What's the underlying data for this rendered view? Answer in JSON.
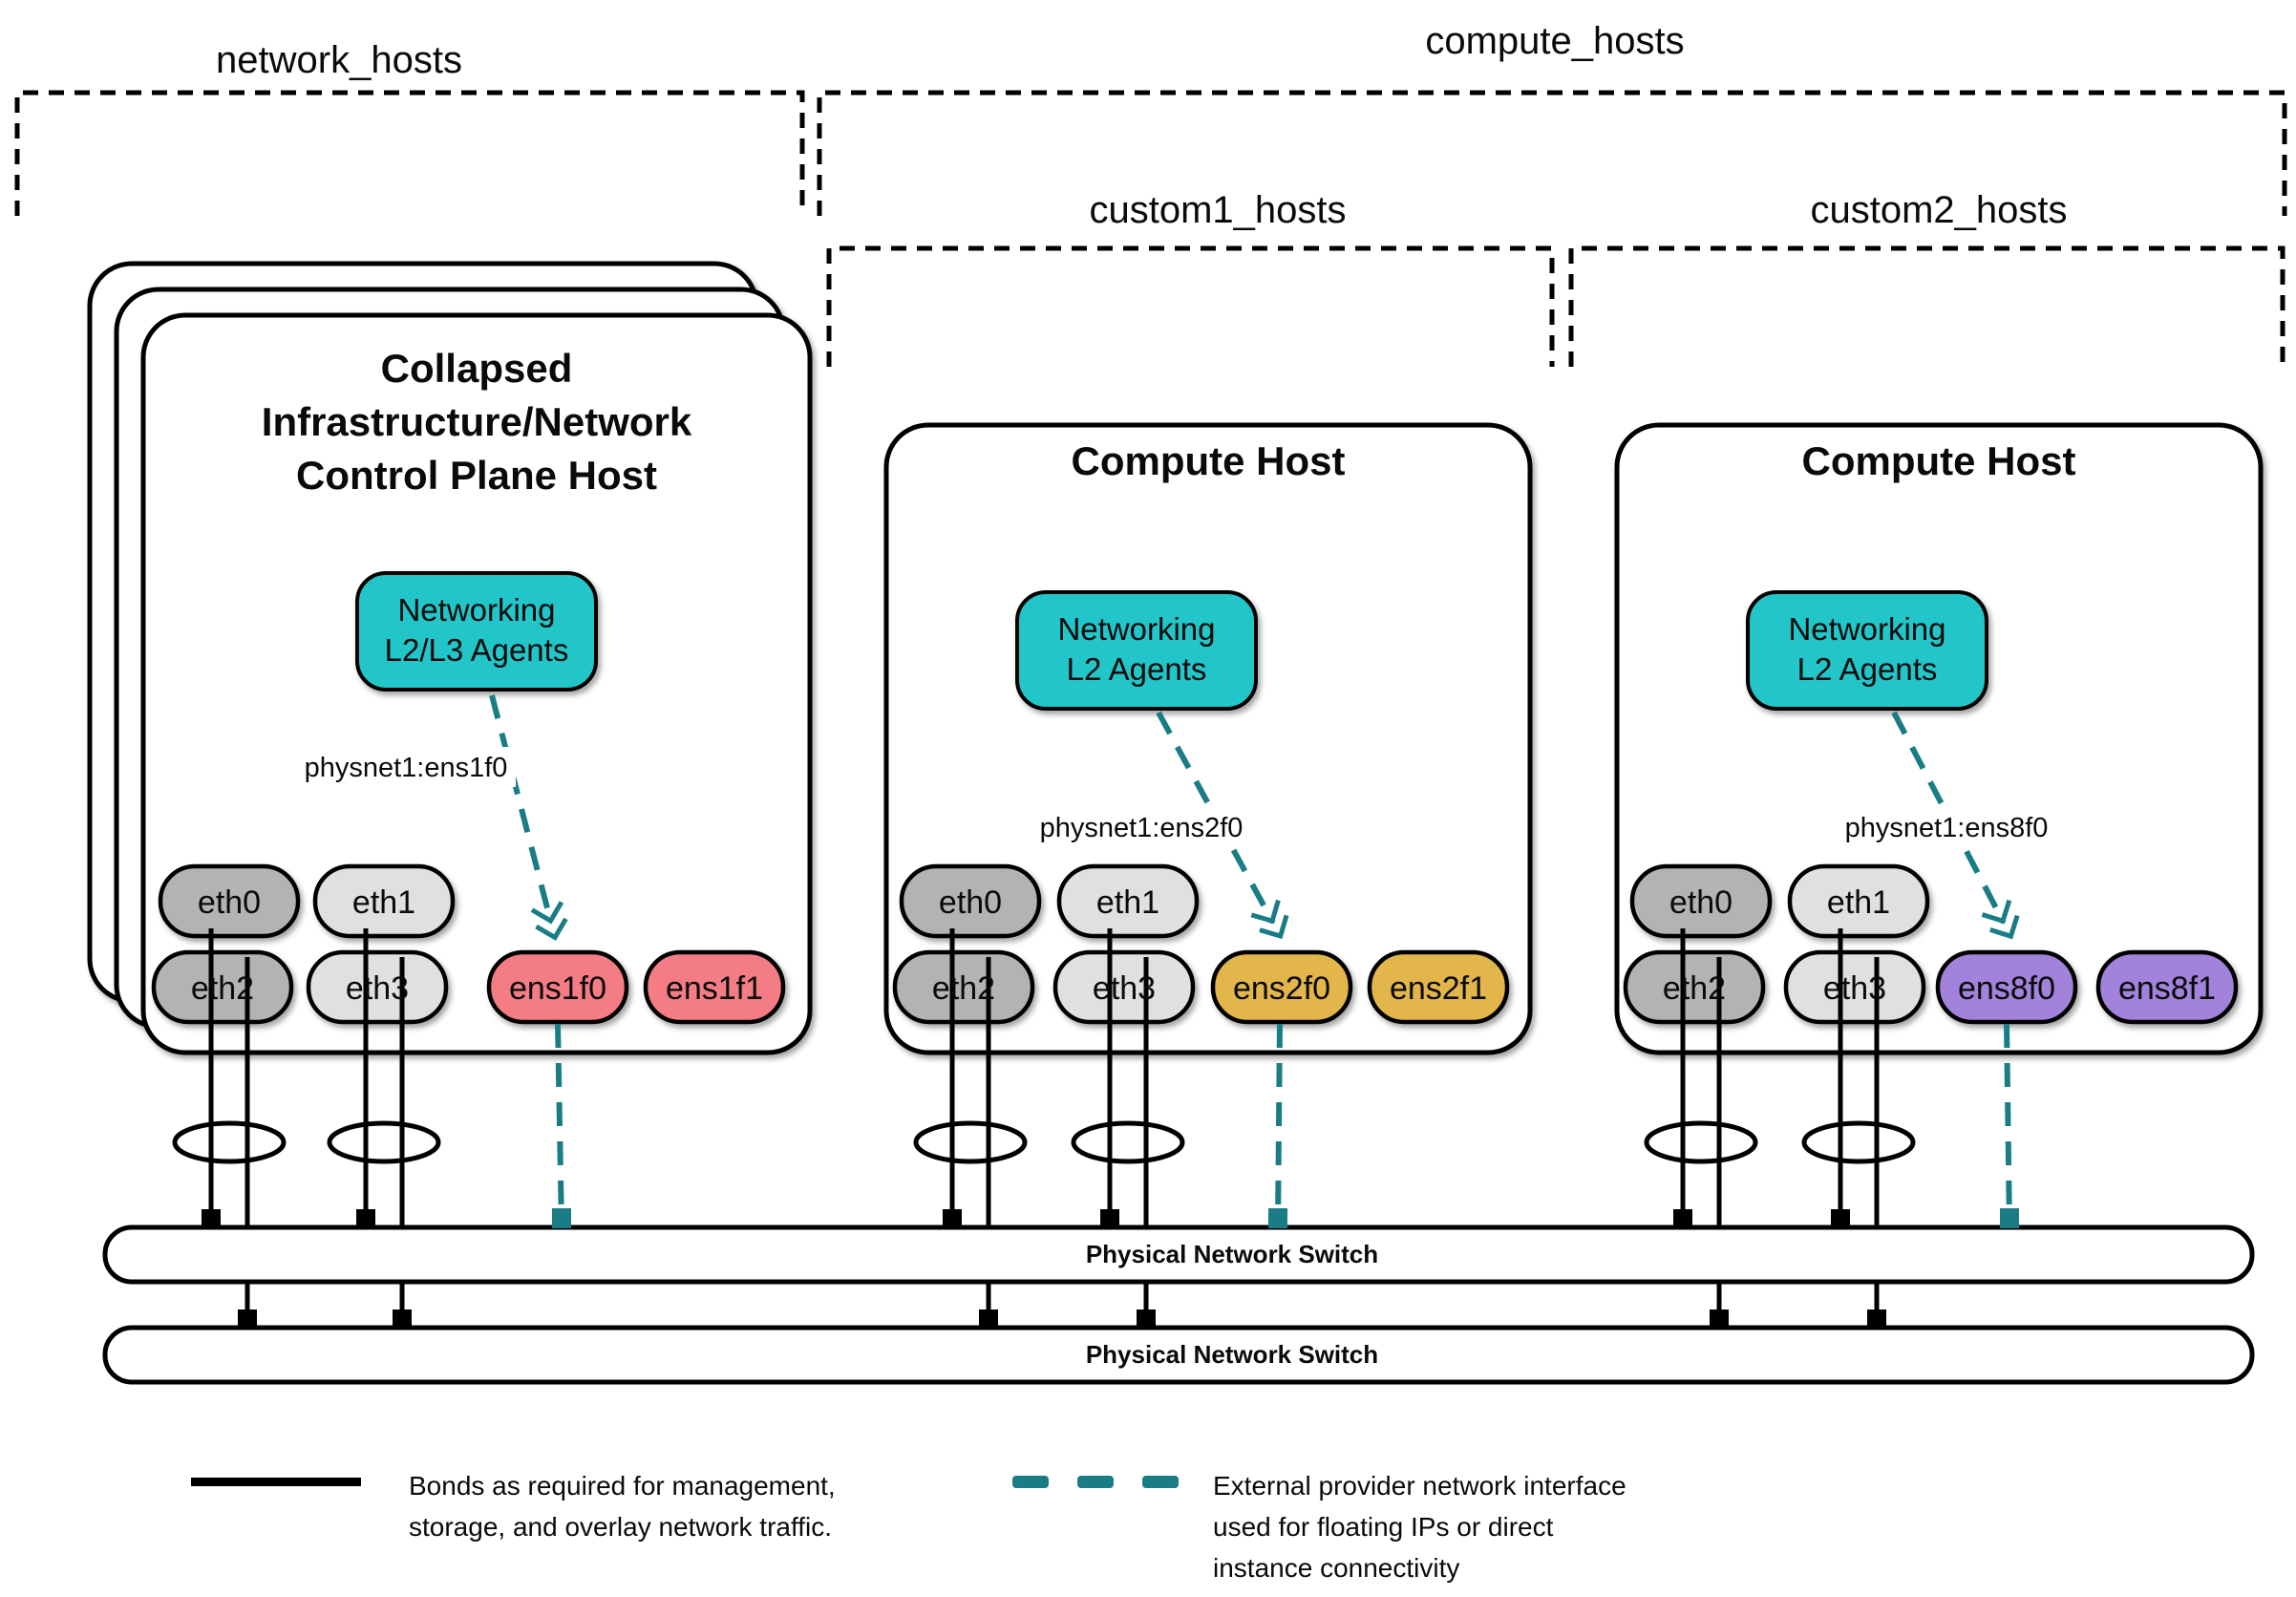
{
  "groups": {
    "network_hosts": {
      "label": "network_hosts"
    },
    "compute_hosts": {
      "label": "compute_hosts"
    },
    "custom1_hosts": {
      "label": "custom1_hosts"
    },
    "custom2_hosts": {
      "label": "custom2_hosts"
    }
  },
  "hosts": [
    {
      "title_lines": [
        "Collapsed",
        "Infrastructure/Network",
        "Control Plane Host"
      ],
      "agent_lines": [
        "Networking",
        "L2/L3 Agents"
      ],
      "physnet": "physnet1:ens1f0",
      "nics": [
        "eth0",
        "eth1",
        "eth2",
        "eth3",
        "ens1f0",
        "ens1f1"
      ]
    },
    {
      "title_lines": [
        "Compute Host"
      ],
      "agent_lines": [
        "Networking",
        "L2 Agents"
      ],
      "physnet": "physnet1:ens2f0",
      "nics": [
        "eth0",
        "eth1",
        "eth2",
        "eth3",
        "ens2f0",
        "ens2f1"
      ]
    },
    {
      "title_lines": [
        "Compute Host"
      ],
      "agent_lines": [
        "Networking",
        "L2 Agents"
      ],
      "physnet": "physnet1:ens8f0",
      "nics": [
        "eth0",
        "eth1",
        "eth2",
        "eth3",
        "ens8f0",
        "ens8f1"
      ]
    }
  ],
  "switches": [
    {
      "label": "Physical Network Switch"
    },
    {
      "label": "Physical Network Switch"
    }
  ],
  "legend": {
    "bond_lines": [
      "Bonds as required for management,",
      "storage, and overlay network traffic."
    ],
    "provider_lines": [
      "External provider network interface",
      "used for floating IPs or direct",
      "instance connectivity"
    ]
  },
  "colors": {
    "teal_agent": "#21c5c8",
    "provider_teal": "#1a7c85",
    "nic_dark_gray": "#b3b3b3",
    "nic_light_gray": "#e0e0e0",
    "nic_pink": "#f47b85",
    "nic_gold": "#e3b64b",
    "nic_purple": "#a382db",
    "nic_text_light": "#ffffff",
    "line_black": "#000000"
  }
}
